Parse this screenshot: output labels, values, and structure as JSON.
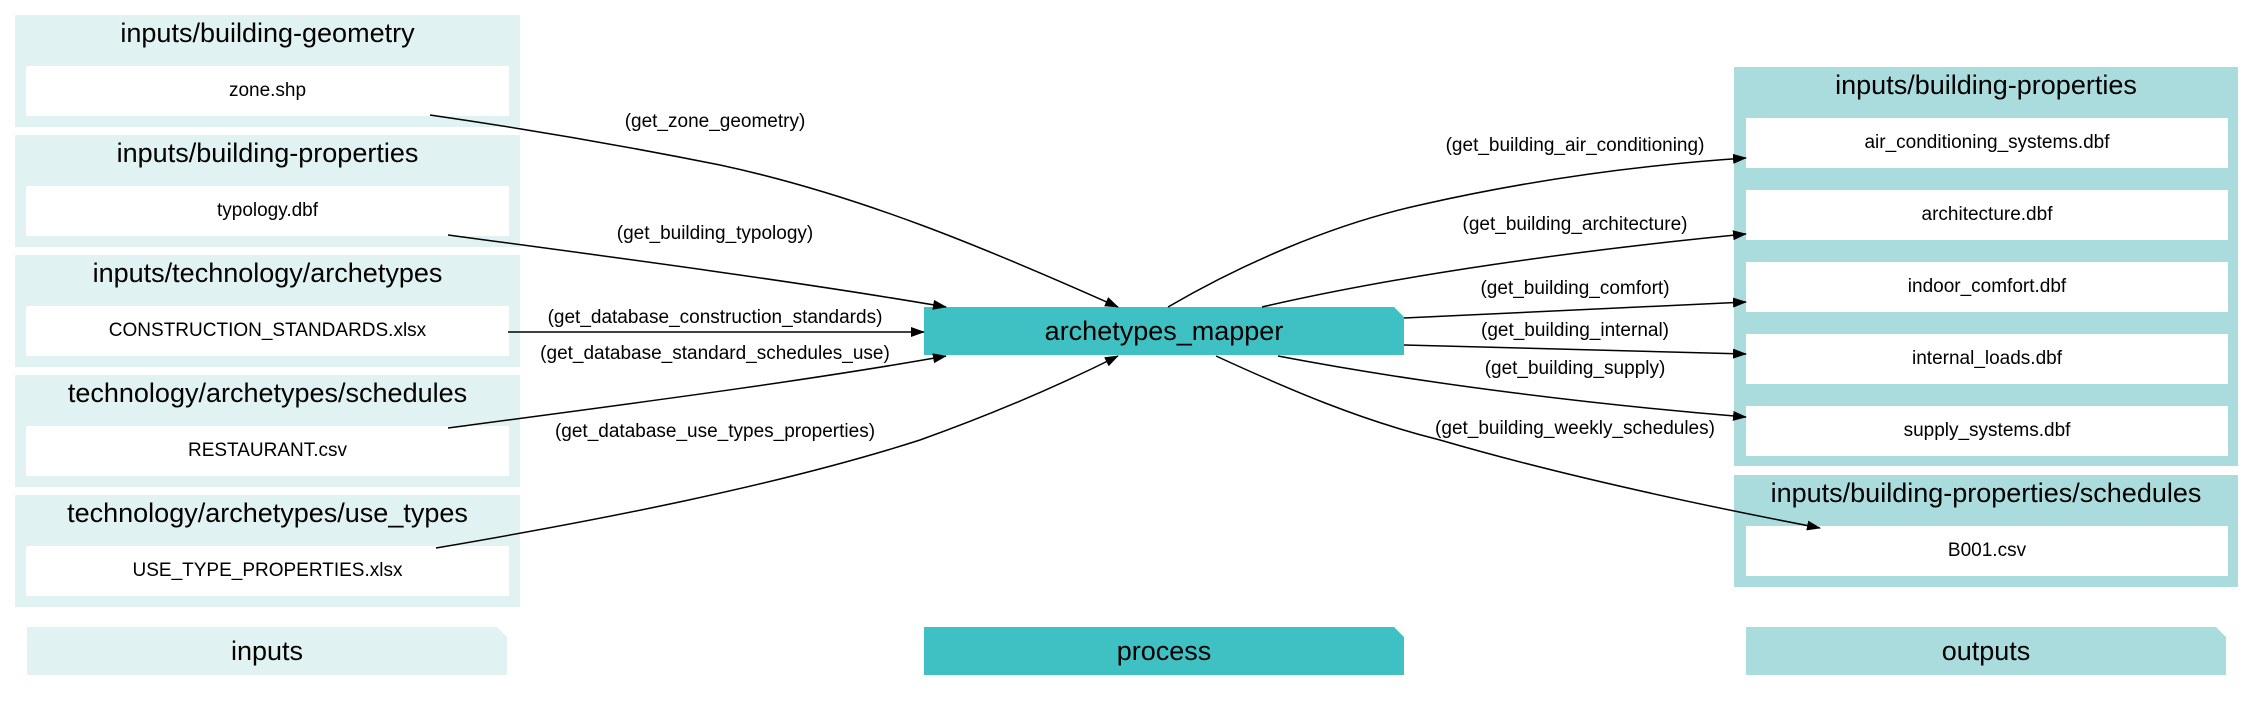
{
  "colors": {
    "input_cluster": "#e0f2f1",
    "process_node": "#3fc0c2",
    "output_cluster": "#aadcdd",
    "edge": "#000000"
  },
  "inputs": [
    {
      "title": "inputs/building-geometry",
      "file": "zone.shp"
    },
    {
      "title": "inputs/building-properties",
      "file": "typology.dbf"
    },
    {
      "title": "inputs/technology/archetypes",
      "file": "CONSTRUCTION_STANDARDS.xlsx"
    },
    {
      "title": "technology/archetypes/schedules",
      "file": "RESTAURANT.csv"
    },
    {
      "title": "technology/archetypes/use_types",
      "file": "USE_TYPE_PROPERTIES.xlsx"
    }
  ],
  "process": {
    "label": "archetypes_mapper"
  },
  "outputs": {
    "properties": {
      "title": "inputs/building-properties",
      "files": [
        "air_conditioning_systems.dbf",
        "architecture.dbf",
        "indoor_comfort.dbf",
        "internal_loads.dbf",
        "supply_systems.dbf"
      ]
    },
    "schedules": {
      "title": "inputs/building-properties/schedules",
      "files": [
        "B001.csv"
      ]
    }
  },
  "input_edges": [
    "(get_zone_geometry)",
    "(get_building_typology)",
    "(get_database_construction_standards)",
    "(get_database_standard_schedules_use)",
    "(get_database_use_types_properties)"
  ],
  "output_edges": [
    "(get_building_air_conditioning)",
    "(get_building_architecture)",
    "(get_building_comfort)",
    "(get_building_internal)",
    "(get_building_supply)",
    "(get_building_weekly_schedules)"
  ],
  "legend": {
    "inputs": "inputs",
    "process": "process",
    "outputs": "outputs"
  }
}
